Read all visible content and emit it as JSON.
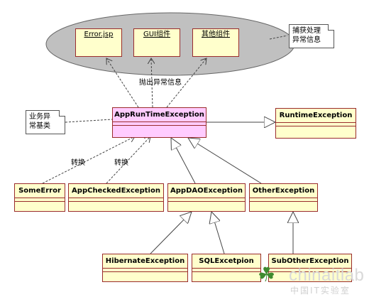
{
  "ui_components": {
    "error_jsp": "Error.jsp",
    "gui_component": "GUI组件",
    "other_component": "其他组件"
  },
  "notes": {
    "catch_handle": "捕获处理\n异常信息",
    "business_base": "业务异\n常基类"
  },
  "labels": {
    "throw_info": "抛出异常信息",
    "convert_1": "转换",
    "convert_2": "转换"
  },
  "classes": {
    "app_runtime": "AppRunTimeException",
    "runtime": "RuntimeException",
    "some_error": "SomeError",
    "app_checked": "AppCheckedException",
    "app_dao": "AppDAOException",
    "other": "OtherException",
    "hibernate": "HibernateException",
    "sql": "SQLExcetpion",
    "sub_other": "SubOtherException"
  },
  "watermark": {
    "brand": "chinaitlab",
    "subtitle": "中国IT实验室"
  },
  "colors": {
    "class_fill": "#ffffcc",
    "highlight_fill": "#ffccff",
    "border": "#9a2c2c",
    "ellipse_fill": "#c0c0c0"
  }
}
